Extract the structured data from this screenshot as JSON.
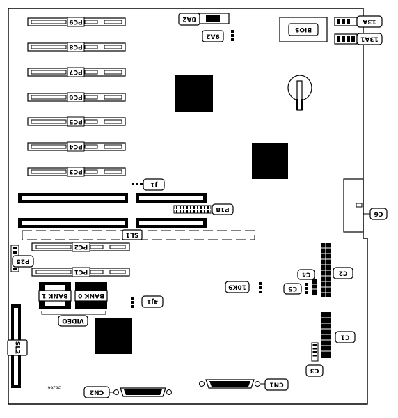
{
  "slots": [
    {
      "id": "pc9",
      "label": "PC9"
    },
    {
      "id": "pc8",
      "label": "PC8"
    },
    {
      "id": "pc7",
      "label": "PC7"
    },
    {
      "id": "pc6",
      "label": "PC6"
    },
    {
      "id": "pc5",
      "label": "PC5"
    },
    {
      "id": "pc4",
      "label": "PC4"
    },
    {
      "id": "pc3",
      "label": "PC3"
    },
    {
      "id": "pc2",
      "label": "PC2"
    },
    {
      "id": "pc1",
      "label": "PC1"
    }
  ],
  "labels": {
    "bios": "BIOS",
    "j8a2": "8A2",
    "j9a2": "9A2",
    "j13a": "13A",
    "j13a1": "13A1",
    "j1": "J1",
    "p18": "P18",
    "c6": "C6",
    "sl1": "SL1",
    "p25": "P25",
    "c2": "C2",
    "c4": "C4",
    "c5": "C5",
    "j10k9": "10K9",
    "bank1": "BANK 1",
    "bank0": "BANK 0",
    "j4j1": "4J1",
    "video": "VIDEO",
    "c1": "C1",
    "c3": "C3",
    "sl2": "SL2",
    "cn2": "CN2",
    "cn1": "CN1",
    "ref": "36266"
  }
}
